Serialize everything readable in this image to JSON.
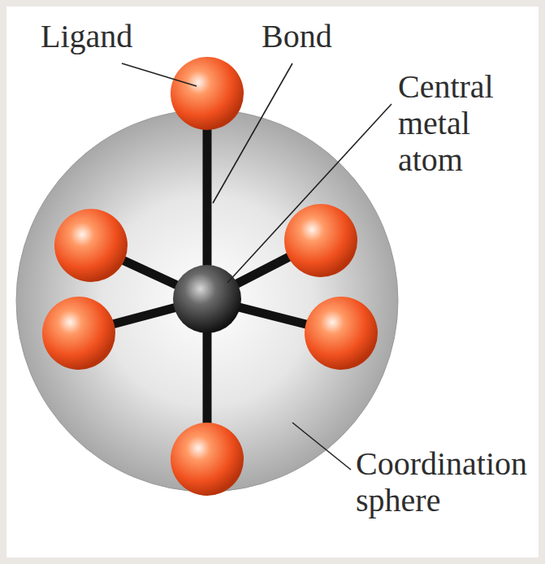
{
  "diagram": {
    "labels": [
      "Ligand",
      "Bond",
      "Central metal atom",
      "Coordination sphere"
    ]
  }
}
